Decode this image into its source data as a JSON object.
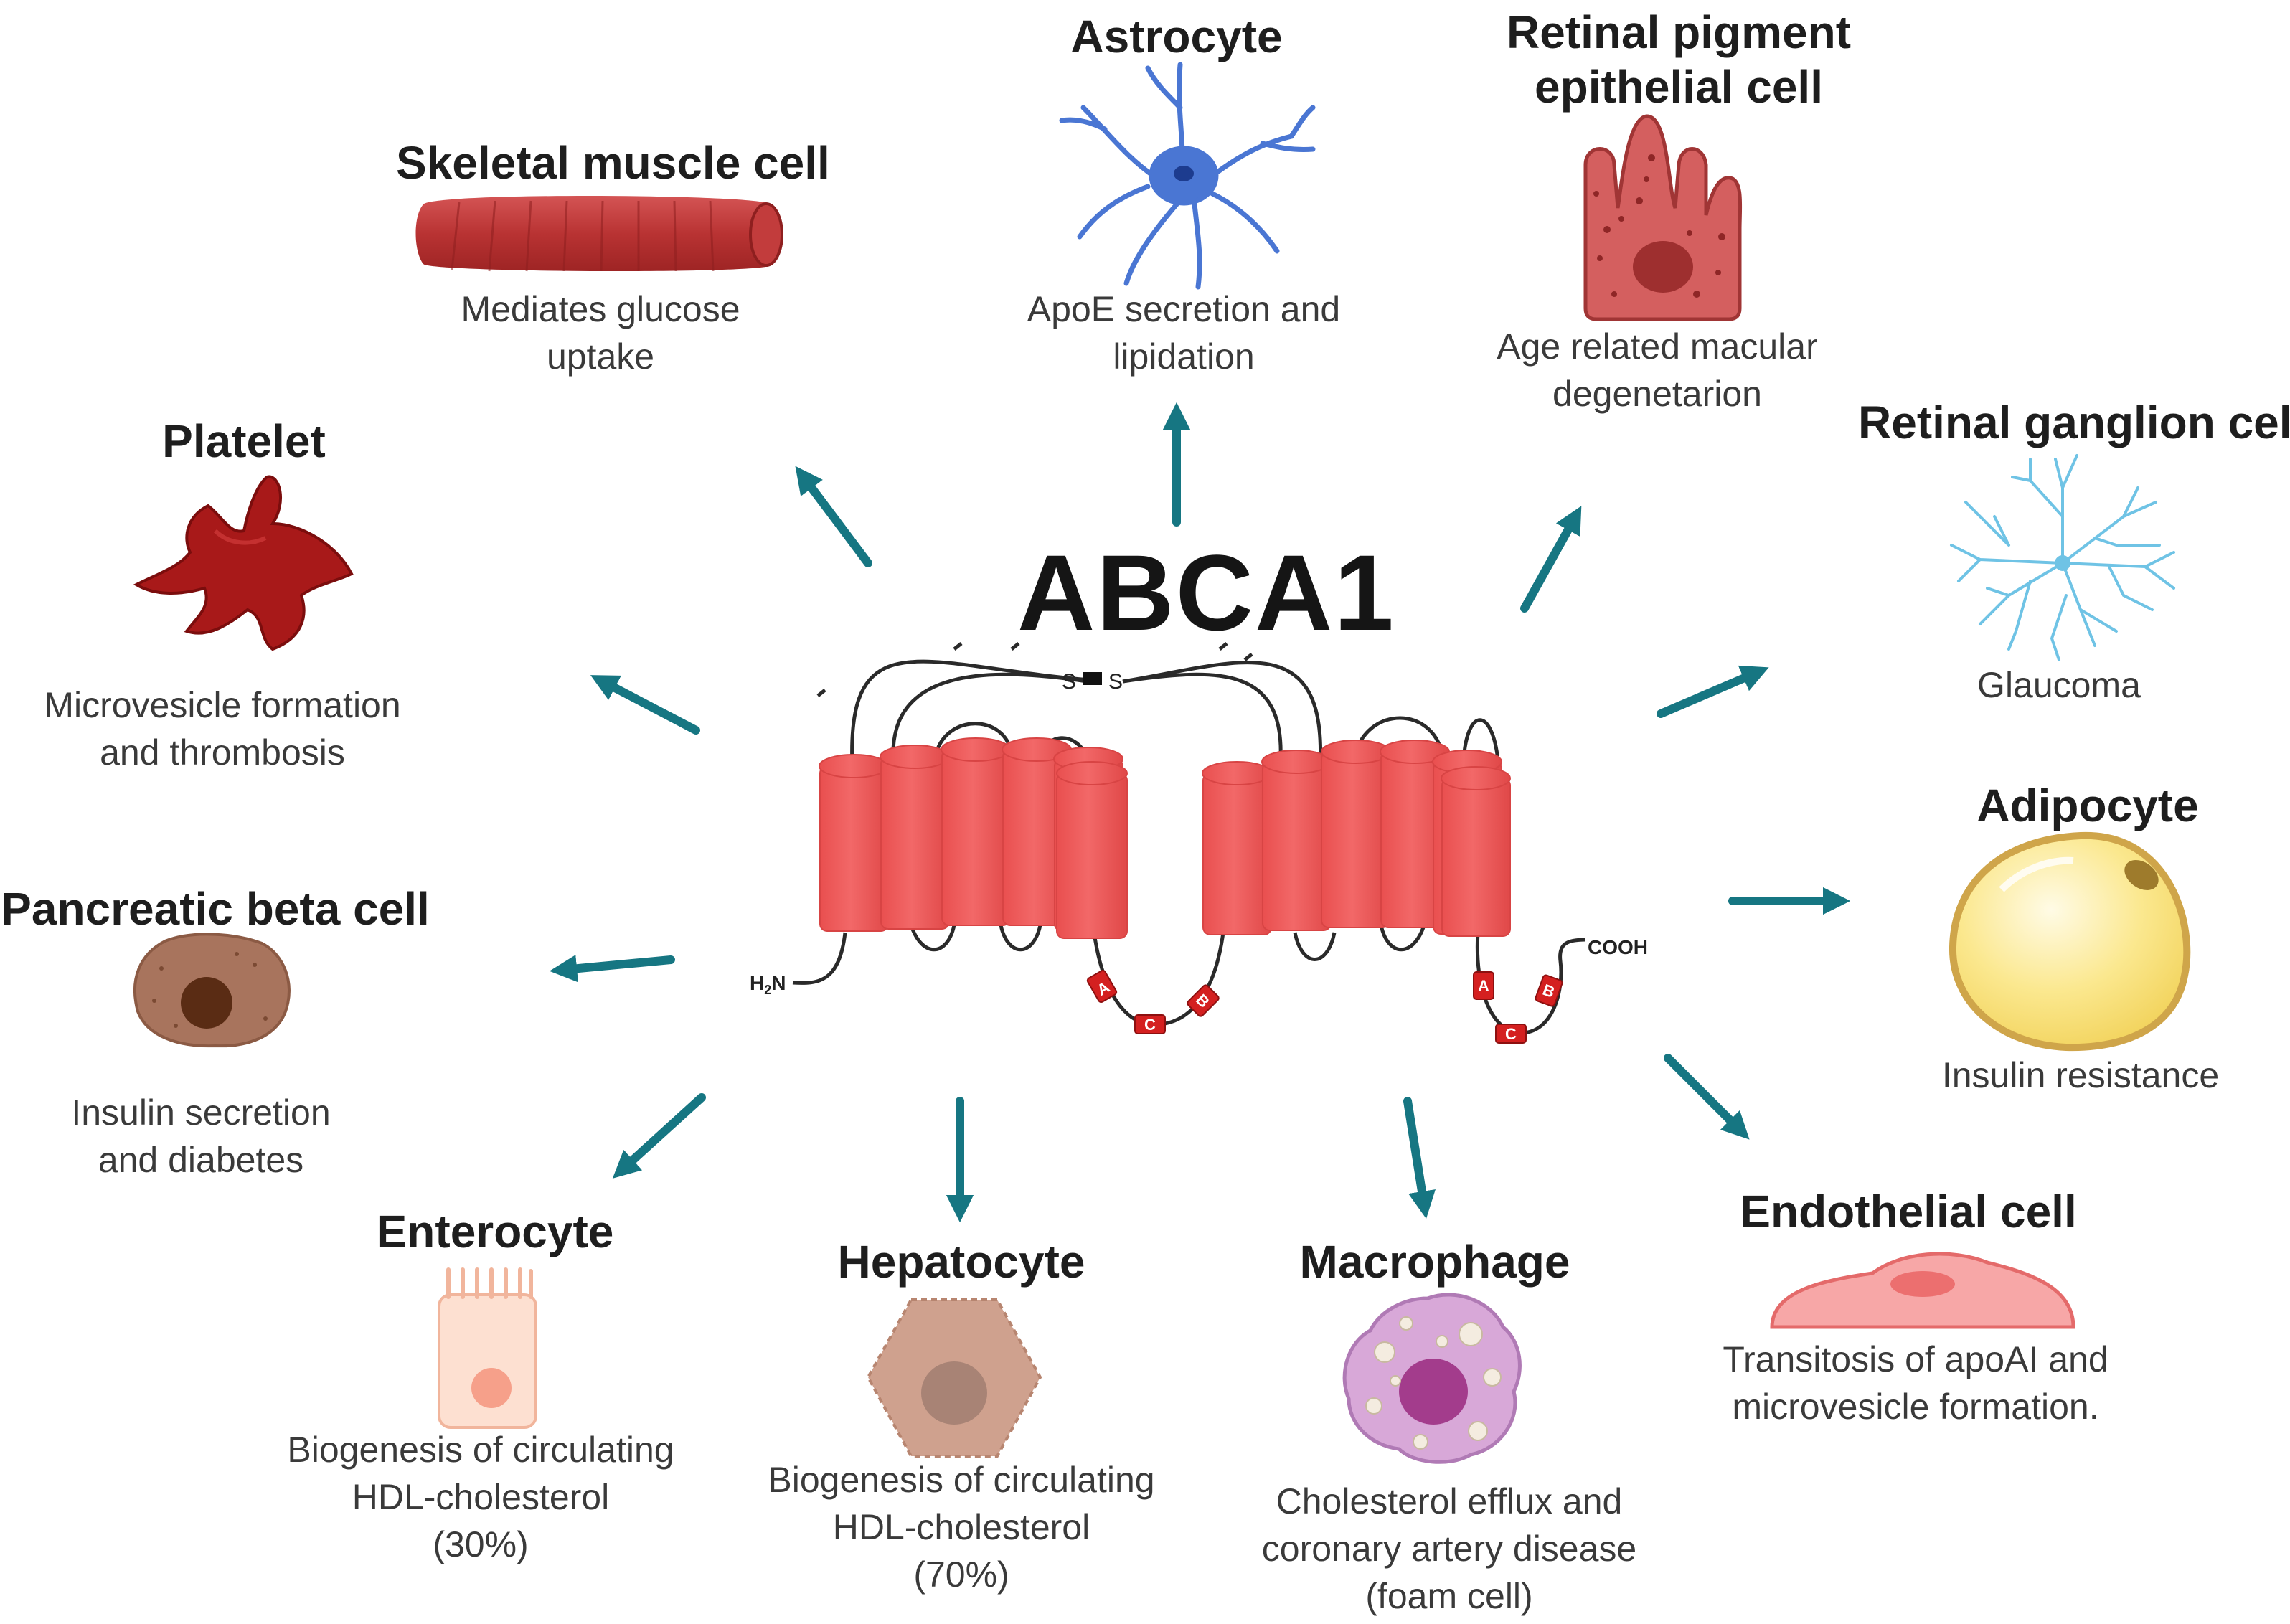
{
  "center": {
    "title": "ABCA1",
    "n_terminus": "H2N",
    "c_terminus": "COOH"
  },
  "domain_marks": {
    "disulfide": "S",
    "walker_a": "A",
    "signature_c": "C",
    "walker_b": "B"
  },
  "colors": {
    "arrow": "#167682",
    "membrane_protein": "#ef5b5b",
    "nbd_box": "#d42020"
  },
  "cells": [
    {
      "id": "skeletal",
      "title": "Skeletal muscle cell",
      "desc": [
        "Mediates glucose",
        "uptake"
      ]
    },
    {
      "id": "astrocyte",
      "title": "Astrocyte",
      "desc": [
        "ApoE secretion and",
        "lipidation"
      ]
    },
    {
      "id": "rpe",
      "title": [
        "Retinal pigment",
        "epithelial cell"
      ],
      "desc": [
        "Age related macular",
        "degenetarion"
      ]
    },
    {
      "id": "rgc",
      "title": "Retinal ganglion cell",
      "desc": [
        "Glaucoma"
      ]
    },
    {
      "id": "adipocyte",
      "title": "Adipocyte",
      "desc": [
        "Insulin resistance"
      ]
    },
    {
      "id": "endothelial",
      "title": "Endothelial cell",
      "desc": [
        "Transitosis of apoAI and",
        "microvesicle formation."
      ]
    },
    {
      "id": "macrophage",
      "title": "Macrophage",
      "desc": [
        "Cholesterol efflux and",
        "coronary artery disease",
        "(foam cell)"
      ]
    },
    {
      "id": "hepatocyte",
      "title": "Hepatocyte",
      "desc": [
        "Biogenesis of circulating",
        "HDL-cholesterol",
        "(70%)"
      ]
    },
    {
      "id": "enterocyte",
      "title": "Enterocyte",
      "desc": [
        "Biogenesis of circulating",
        "HDL-cholesterol",
        "(30%)"
      ]
    },
    {
      "id": "beta",
      "title": "Pancreatic beta cell",
      "desc": [
        "Insulin secretion",
        "and diabetes"
      ]
    },
    {
      "id": "platelet",
      "title": "Platelet",
      "desc": [
        "Microvesicle formation",
        "and thrombosis"
      ]
    }
  ],
  "icons": [
    "skeletal-muscle-icon",
    "astrocyte-icon",
    "rpe-cell-icon",
    "retinal-ganglion-icon",
    "adipocyte-icon",
    "endothelial-cell-icon",
    "macrophage-icon",
    "hepatocyte-icon",
    "enterocyte-icon",
    "beta-cell-icon",
    "platelet-icon"
  ]
}
